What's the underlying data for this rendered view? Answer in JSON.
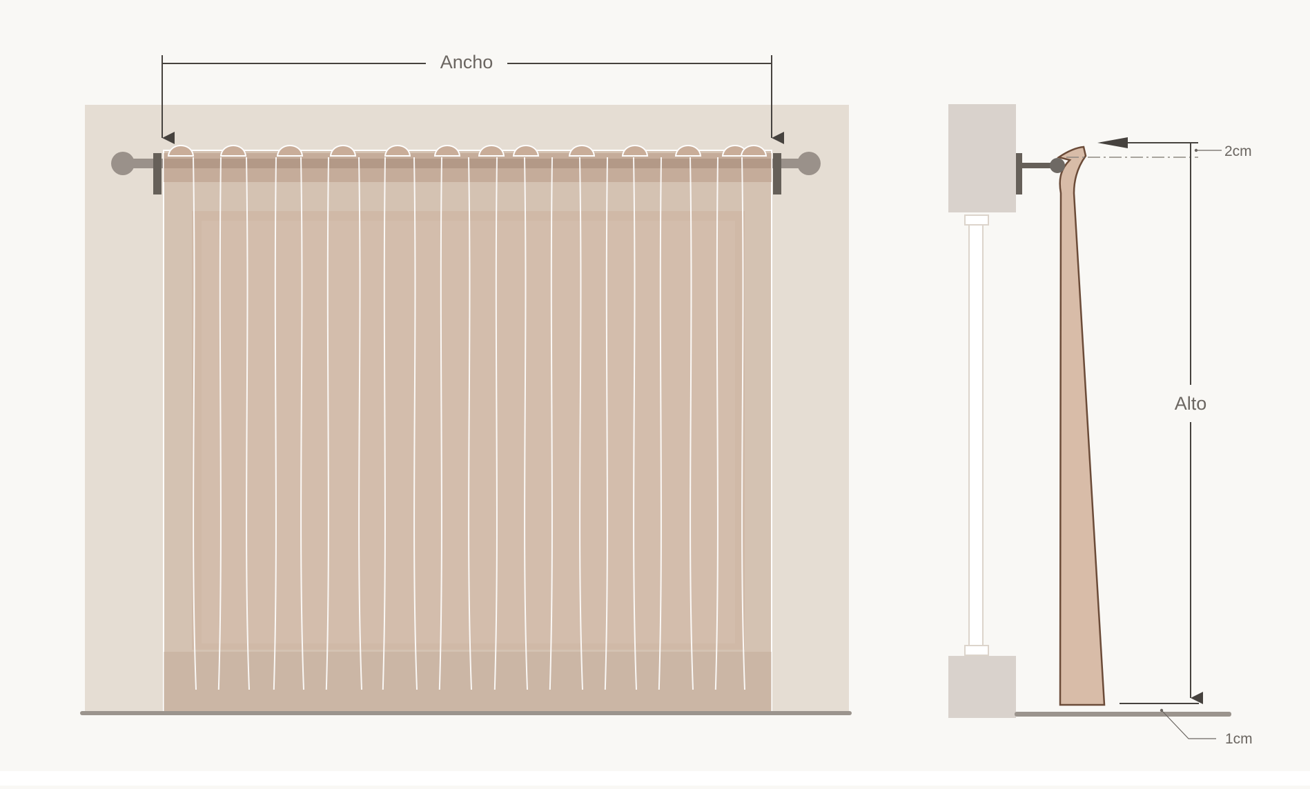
{
  "labels": {
    "width": "Ancho",
    "height": "Alto",
    "top_offset": "2cm",
    "bottom_offset": "1cm"
  },
  "colors": {
    "page_bg": "#f9f8f5",
    "wall": "#e5ddd3",
    "window_frame": "#dccbbb",
    "sheer_fabric": "#c7ab97",
    "rod": "#9a918a",
    "bracket": "#666059",
    "floor": "#9b948d",
    "dimension_line": "#46423e",
    "side_fabric": "#d8bca8",
    "side_outline": "#6b4b38",
    "side_wall": "#d9d2cc"
  },
  "icons": {
    "rod_finial": "circle",
    "dimension_arrow": "arrowhead"
  }
}
